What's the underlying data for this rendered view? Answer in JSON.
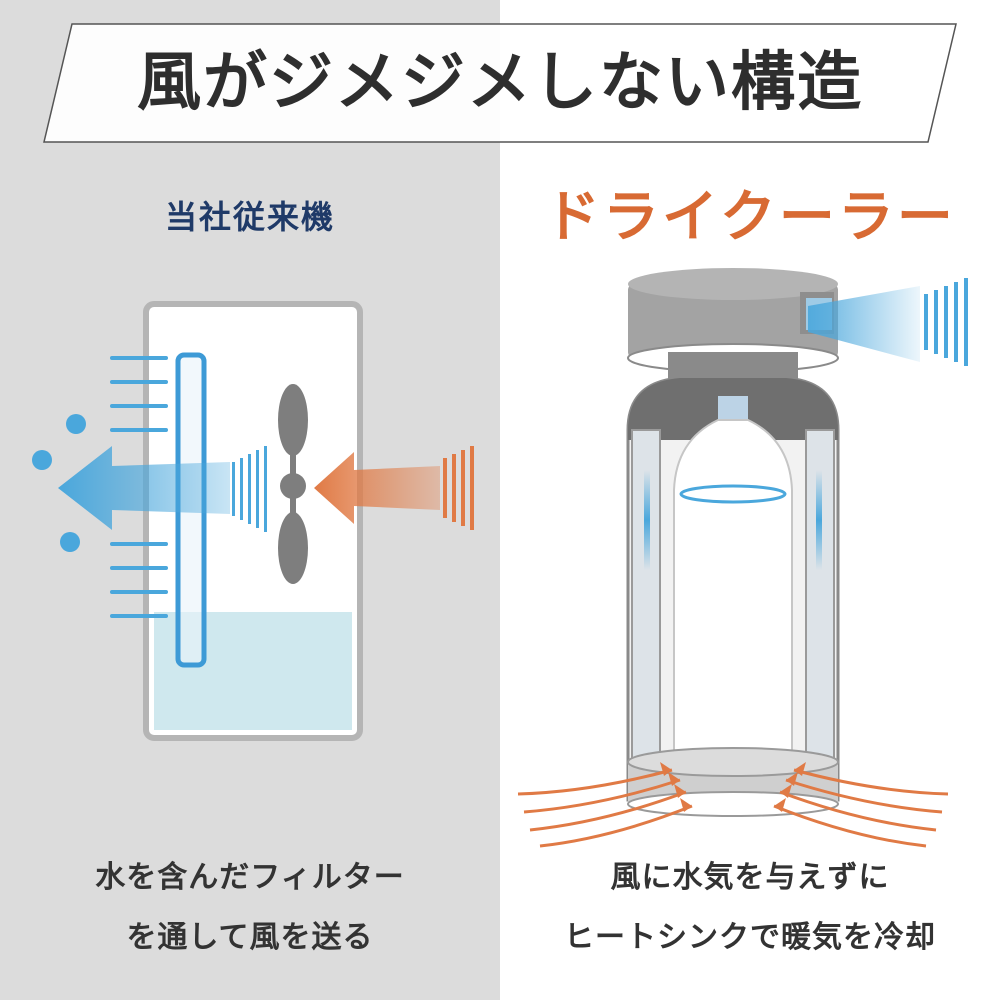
{
  "title": "風がジメジメしない構造",
  "left": {
    "heading": "当社従来機",
    "caption_line1": "水を含んだフィルター",
    "caption_line2": "を通して風を送る"
  },
  "right": {
    "heading": "ドライクーラー",
    "caption_line1": "風に水気を与えずに",
    "caption_line2": "ヒートシンクで暖気を冷却"
  },
  "colors": {
    "left_bg": "#dcdcdc",
    "cool_air": "#4aa7dc",
    "warm_air": "#e07a45",
    "heading_left": "#1f3a68",
    "heading_right": "#d86a33",
    "water": "#cfe8ee",
    "device_gray": "#8a8a8a"
  },
  "icons": [
    "fan-icon",
    "filter-icon",
    "water-droplet-icon",
    "bottle-icon",
    "heatsink-icon"
  ]
}
